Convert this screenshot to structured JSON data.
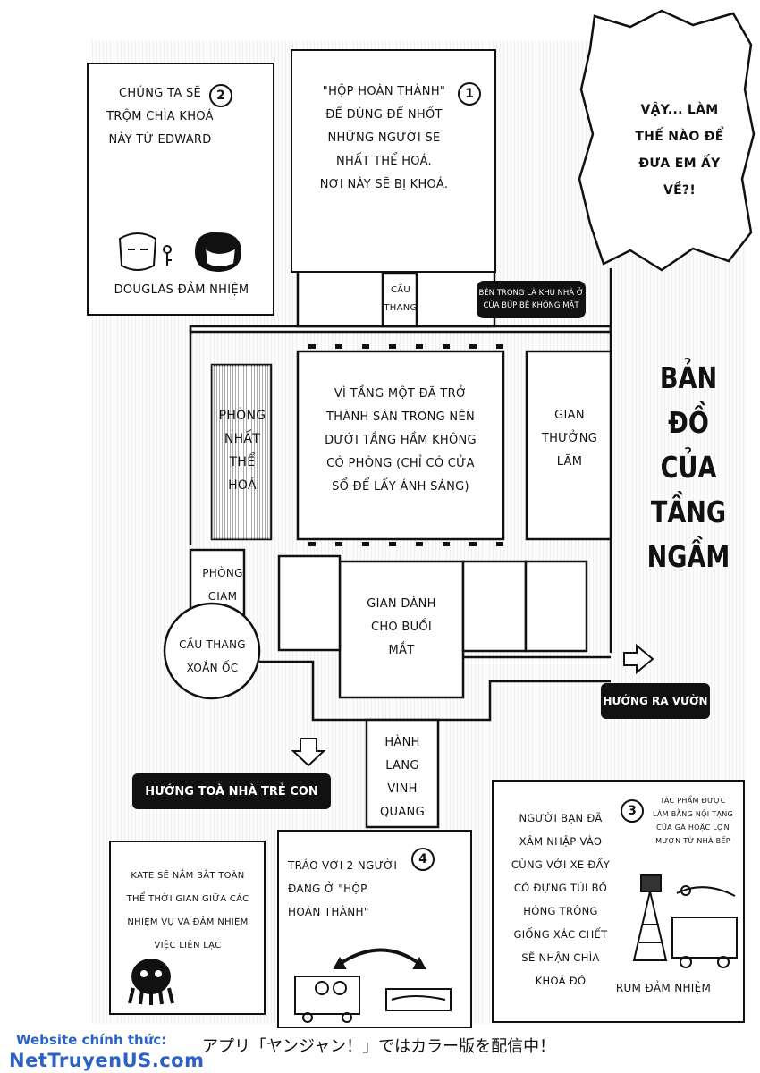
{
  "box1": {
    "number": "1",
    "lines": [
      "\"HỘP HOÀN THÀNH\"",
      "ĐỂ DÙNG ĐỂ NHỐT",
      "NHỮNG NGƯỜI SẼ",
      "NHẤT THỂ HOÁ.",
      "NƠI NÀY SẼ BỊ KHOÁ."
    ]
  },
  "box2": {
    "number": "2",
    "lines": [
      "CHÚNG TA SẼ",
      "TRỘM CHÌA KHOÁ",
      "NÀY TỪ EDWARD"
    ],
    "footer": "DOUGLAS ĐẢM NHIỆM"
  },
  "speech": {
    "lines": [
      "VẬY... LÀM",
      "THẾ NÀO ĐỂ",
      "ĐƯA EM ẤY",
      "VỀ?!"
    ]
  },
  "stairs_label": [
    "CẦU",
    "THANG"
  ],
  "inner_note": [
    "BÊN TRONG LÀ KHU NHÀ Ở",
    "CỦA BÚP BÊ KHÔNG MẶT"
  ],
  "title": [
    "BẢN",
    "ĐỒ CỦA",
    "TẦNG",
    "NGẦM"
  ],
  "courtyard": [
    "VÌ TẦNG MỘT ĐÃ TRỞ",
    "THÀNH SÂN TRONG NÊN",
    "DƯỚI TẦNG HẦM KHÔNG",
    "CÓ PHÒNG (CHỈ CÓ CỬA",
    "SỔ ĐỂ LẤY ÁNH SÁNG)"
  ],
  "room_unify": [
    "PHÒNG",
    "NHẤT",
    "THỂ",
    "HOÁ"
  ],
  "hall_view": [
    "GIAN",
    "THƯỞNG",
    "LÃM"
  ],
  "prison": [
    "PHÒNG",
    "GIAM"
  ],
  "spiral": [
    "CẦU THANG",
    "XOẮN ỐC"
  ],
  "hall_evening": [
    "GIAN DÀNH",
    "CHO BUỔI",
    "MẮT"
  ],
  "to_garden": "HƯỚNG RA VƯỜN",
  "corridor": [
    "HÀNH",
    "LANG",
    "VINH",
    "QUANG"
  ],
  "to_children": "HƯỚNG TOÀ NHÀ TRẺ CON",
  "box_kate": [
    "KATE SẼ NẮM BẮT TOÀN",
    "THỂ THỜI GIAN GIỮA CÁC",
    "NHIỆM VỤ VÀ ĐẢM NHIỆM",
    "VIỆC LIÊN LẠC"
  ],
  "box4": {
    "number": "4",
    "lines": [
      "TRÁO VỚI 2 NGƯỜI",
      "ĐANG Ở \"HỘP",
      "HOÀN THÀNH\""
    ]
  },
  "box3": {
    "number": "3",
    "lines": [
      "NGƯỜI BẠN ĐÃ",
      "XÂM NHẬP VÀO",
      "CÙNG VỚI XE ĐẨY",
      "CÓ ĐỰNG TÚI BỒ",
      "HÓNG TRÔNG",
      "GIỐNG XÁC CHẾT",
      "SẼ NHẬN CHÌA",
      "KHOÁ ĐÓ"
    ],
    "note": [
      "TÁC PHẨM ĐƯỢC",
      "LÀM BẰNG NỘI TẠNG",
      "CỦA GÀ HOẶC LỢN",
      "MƯỢN TỪ NHÀ BẾP"
    ],
    "footer": "RUM ĐẢM NHIỆM"
  },
  "footer": {
    "jp": "アプリ「ヤンジャン！」ではカラー版を配信中！",
    "site_label": "Website chính thức:",
    "site": "NetTruyenUS.com"
  }
}
